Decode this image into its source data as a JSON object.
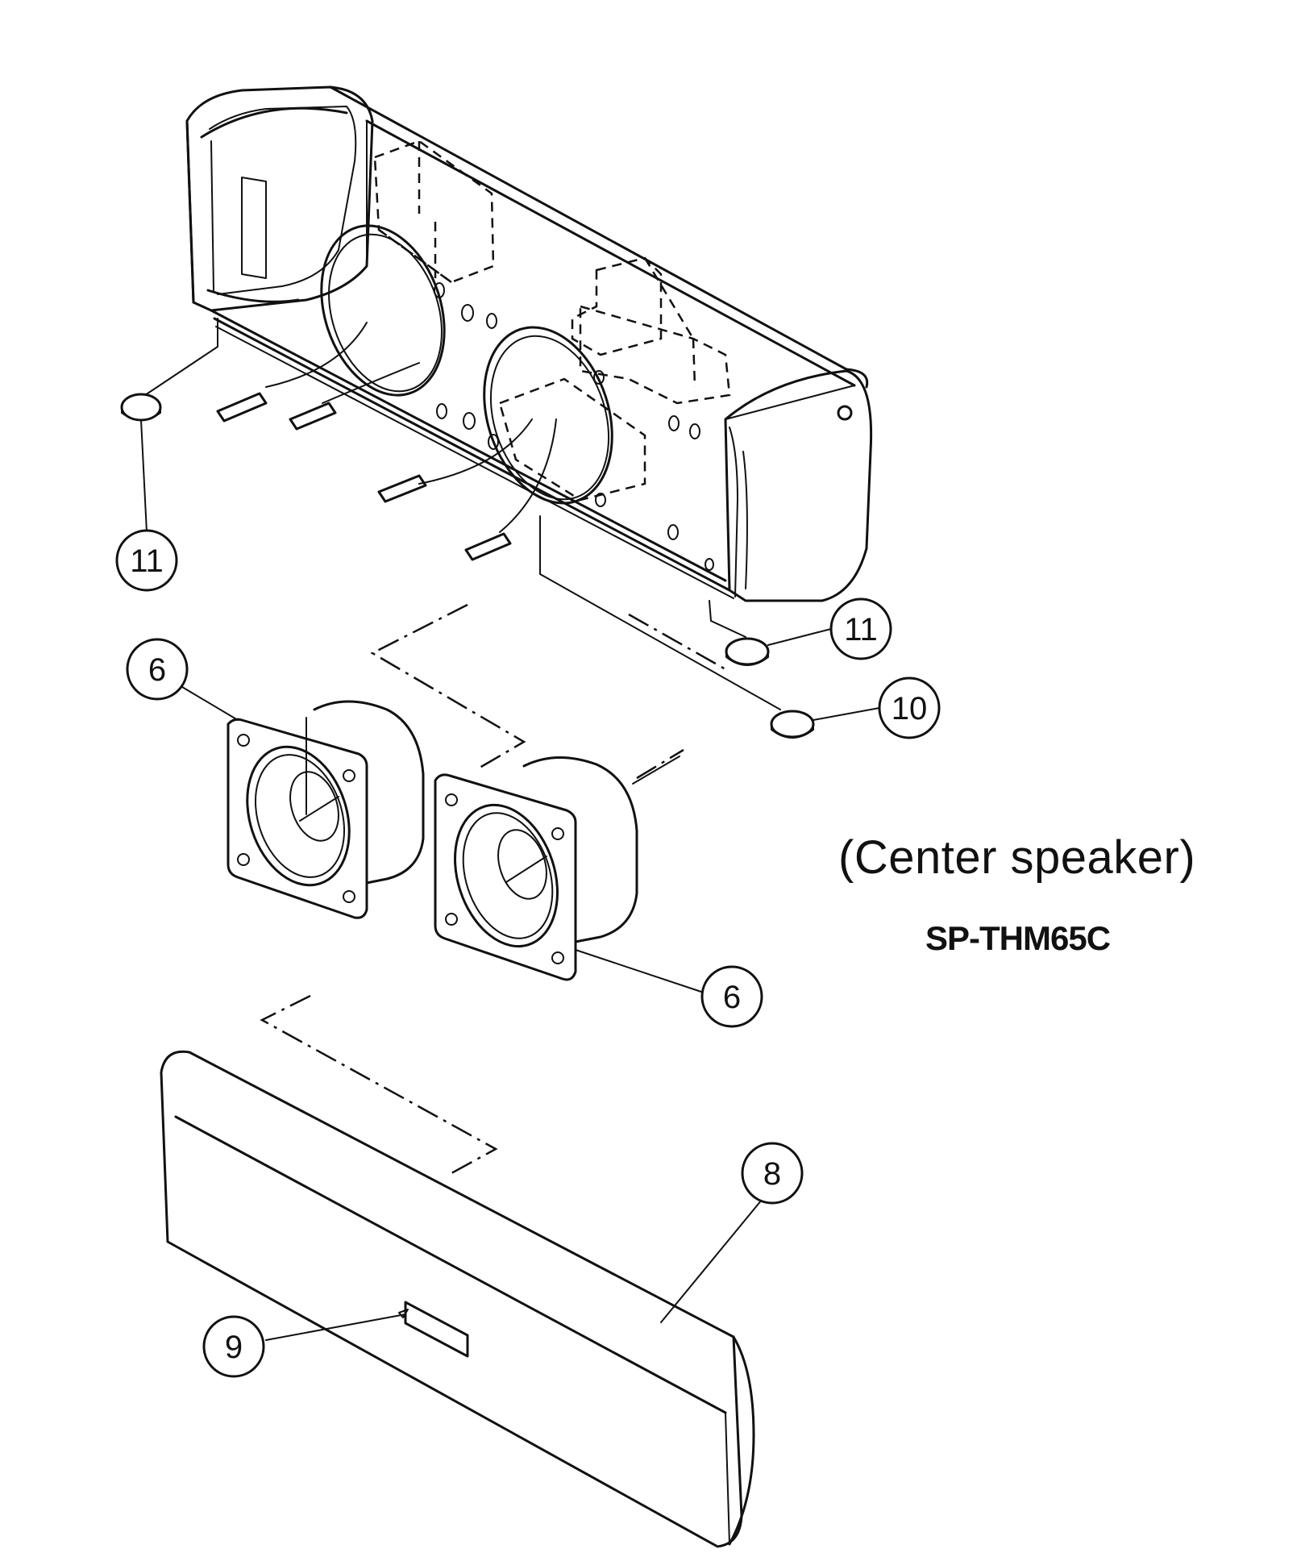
{
  "title": "(Center speaker)",
  "model": "SP-THM65C",
  "callouts": {
    "c11_left": "11",
    "c11_right": "11",
    "c10": "10",
    "c6_top": "6",
    "c6_bottom": "6",
    "c8": "8",
    "c9": "9"
  }
}
